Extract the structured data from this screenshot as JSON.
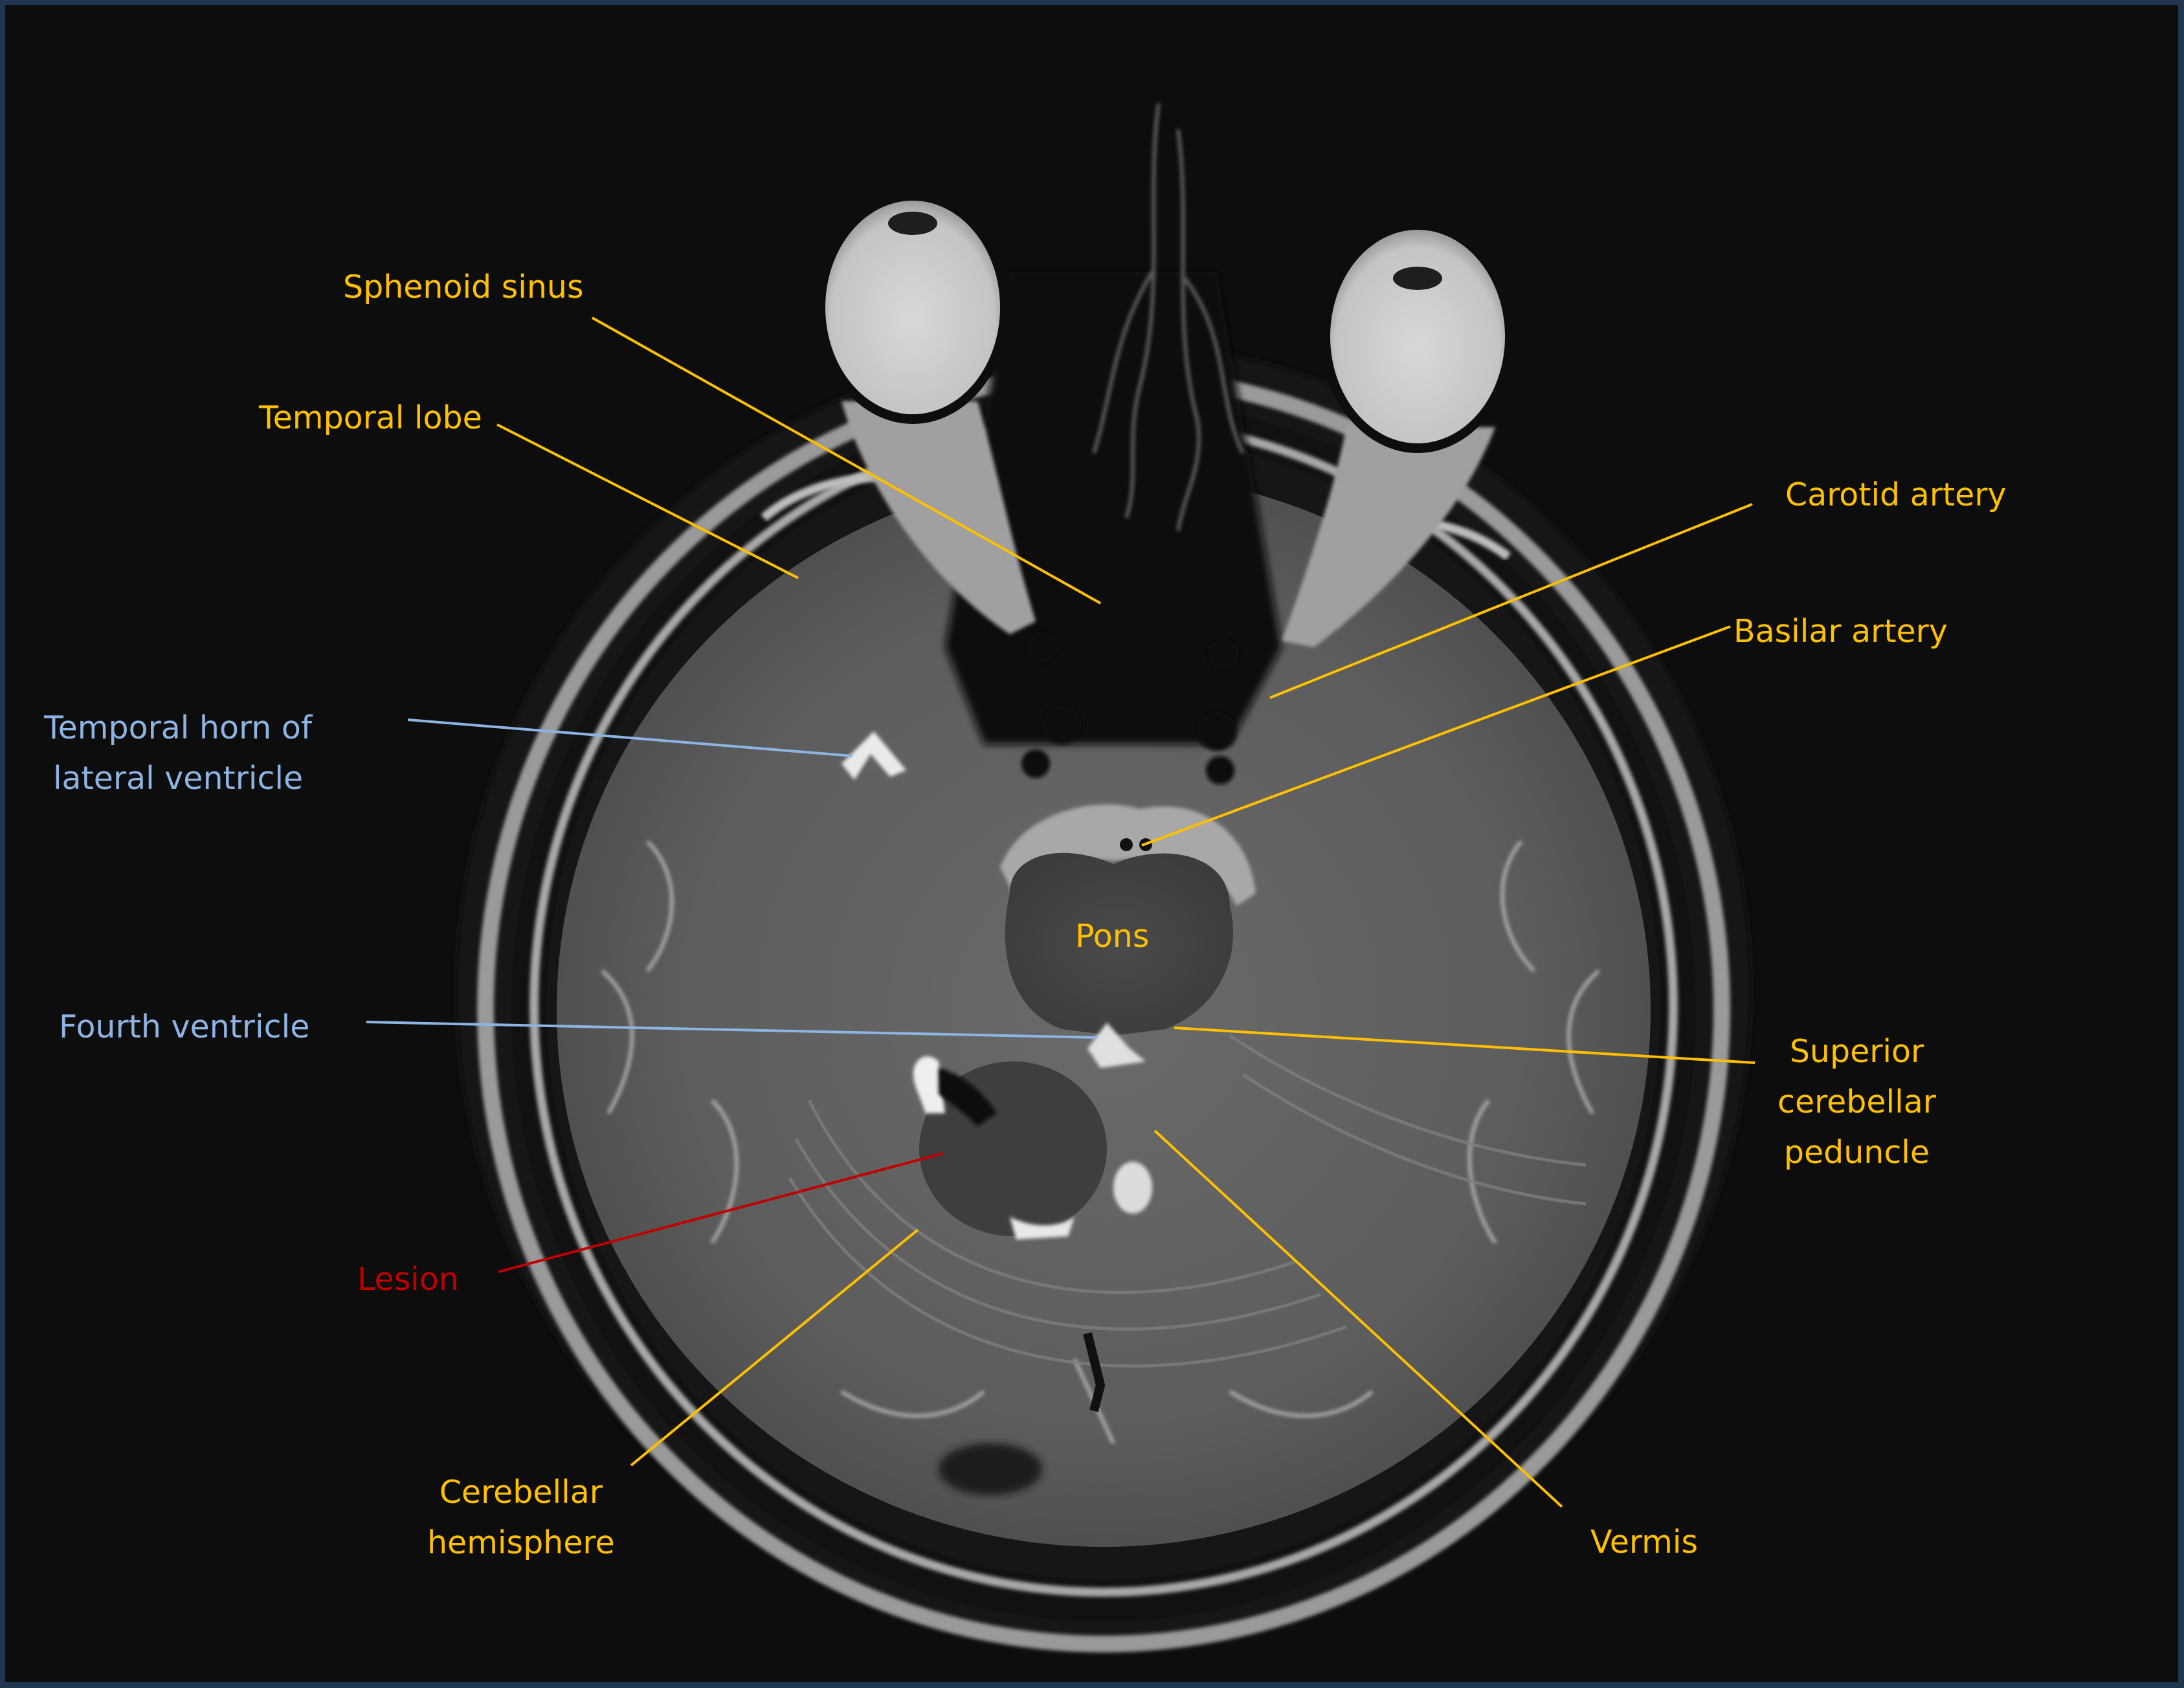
{
  "figure": {
    "type": "annotated axial T2-weighted MRI of the brain",
    "colors": {
      "frame_border": "#1f3550",
      "background": "#0d0d0d",
      "structure_label": "#ffc000",
      "csf_label": "#8eb4e3",
      "lesion_label": "#c00000"
    }
  },
  "labels": [
    {
      "id": "sphenoid_sinus",
      "text": "Sphenoid sinus",
      "color": "#ffc000"
    },
    {
      "id": "temporal_lobe",
      "text": "Temporal lobe",
      "color": "#ffc000"
    },
    {
      "id": "carotid_artery",
      "text": "Carotid artery",
      "color": "#ffc000"
    },
    {
      "id": "basilar_artery",
      "text": "Basilar artery",
      "color": "#ffc000"
    },
    {
      "id": "temporal_horn",
      "text_line1": "Temporal horn of",
      "text_line2": "lateral ventricle",
      "color": "#8eb4e3"
    },
    {
      "id": "pons",
      "text": "Pons",
      "color": "#ffc000"
    },
    {
      "id": "fourth_ventricle",
      "text": "Fourth ventricle",
      "color": "#8eb4e3"
    },
    {
      "id": "superior_cerebellar_peduncle",
      "text_line1": "Superior",
      "text_line2": "cerebellar",
      "text_line3": "peduncle",
      "color": "#ffc000"
    },
    {
      "id": "lesion",
      "text": "Lesion",
      "color": "#c00000"
    },
    {
      "id": "cerebellar_hemisphere",
      "text_line1": "Cerebellar",
      "text_line2": "hemisphere",
      "color": "#ffc000"
    },
    {
      "id": "vermis",
      "text": "Vermis",
      "color": "#ffc000"
    }
  ]
}
